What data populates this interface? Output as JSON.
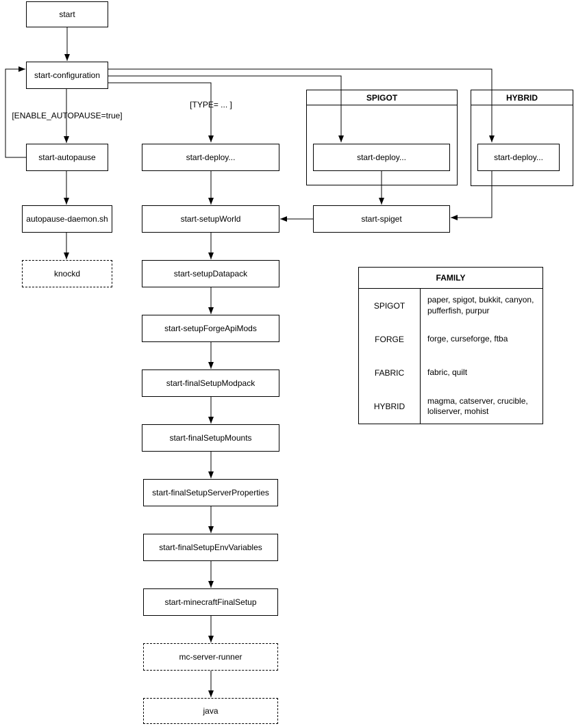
{
  "diagram": {
    "nodes": {
      "start": "start",
      "configuration": "start-configuration",
      "autopause": "start-autopause",
      "autopause_daemon": "autopause-daemon.sh",
      "knockd": "knockd",
      "deploy": "start-deploy...",
      "setup_world": "start-setupWorld",
      "setup_datapack": "start-setupDatapack",
      "setup_forge_api_mods": "start-setupForgeApiMods",
      "final_setup_modpack": "start-finalSetupModpack",
      "final_setup_mounts": "start-finalSetupMounts",
      "final_setup_server_properties": "start-finalSetupServerProperties",
      "final_setup_env_variables": "start-finalSetupEnvVariables",
      "minecraft_final_setup": "start-minecraftFinalSetup",
      "mc_server_runner": "mc-server-runner",
      "java": "java",
      "spiget": "start-spiget",
      "spigot_deploy": "start-deploy...",
      "hybrid_deploy": "start-deploy..."
    },
    "groups": {
      "spigot_title": "SPIGOT",
      "hybrid_title": "HYBRID"
    },
    "edge_labels": {
      "enable_autopause": "[ENABLE_AUTOPAUSE=true]",
      "type": "[TYPE= ... ]"
    },
    "family_table": {
      "title": "FAMILY",
      "rows": [
        {
          "family": "SPIGOT",
          "members": "paper, spigot, bukkit, canyon, pufferfish, purpur"
        },
        {
          "family": "FORGE",
          "members": "forge, curseforge, ftba"
        },
        {
          "family": "FABRIC",
          "members": "fabric, quilt"
        },
        {
          "family": "HYBRID",
          "members": "magma, catserver, crucible, loliserver, mohist"
        }
      ]
    },
    "colors": {
      "stroke": "#000000",
      "fill": "#ffffff",
      "text": "#000000"
    }
  }
}
